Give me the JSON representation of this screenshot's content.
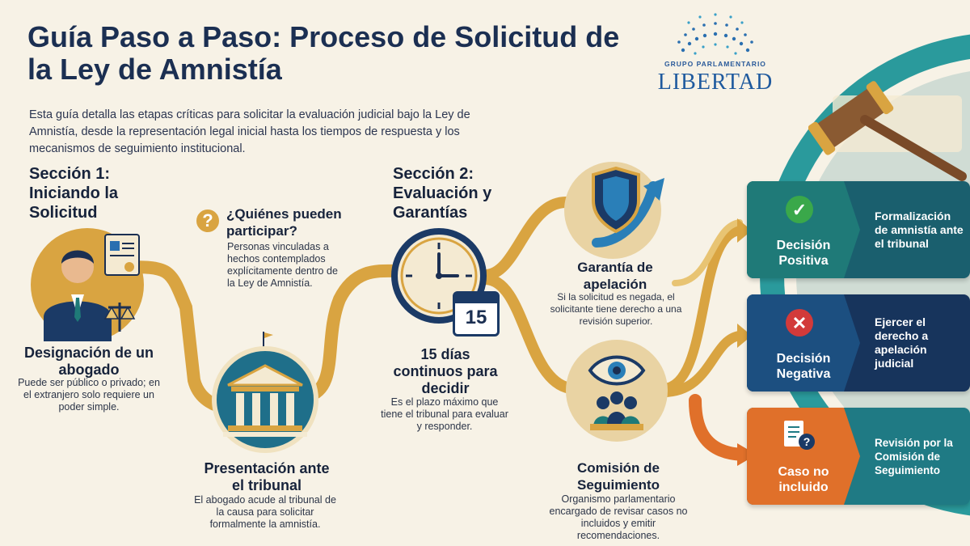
{
  "header": {
    "title": "Guía Paso a Paso: Proceso de Solicitud de la Ley de Amnistía",
    "intro": "Esta guía detalla las etapas críticas para solicitar la evaluación judicial bajo la Ley de Amnistía, desde la representación legal inicial hasta los tiempos de respuesta y los mecanismos de seguimiento institucional."
  },
  "logo": {
    "subtitle": "GRUPO PARLAMENTARIO",
    "name": "LIBERTAD"
  },
  "section1": {
    "title": "Sección 1: Iniciando la Solicitud",
    "lawyer": {
      "title": "Designación de un abogado",
      "desc": "Puede ser público o privado; en el extranjero solo requiere un poder simple."
    },
    "who": {
      "title": "¿Quiénes pueden participar?",
      "desc": "Personas vinculadas a hechos contemplados explícitamente dentro de la Ley de Amnistía."
    },
    "court": {
      "title": "Presentación ante el tribunal",
      "desc": "El abogado acude al tribunal de la causa para solicitar formalmente la amnistía."
    }
  },
  "section2": {
    "title": "Sección 2: Evaluación y Garantías",
    "deadline": {
      "title": "15 días continuos para decidir",
      "desc": "Es el plazo máximo que tiene el tribunal para evaluar y responder.",
      "calendar_number": "15"
    },
    "appeal": {
      "title": "Garantía de apelación",
      "desc": "Si la solicitud es negada, el solicitante tiene derecho a una revisión superior."
    },
    "commission": {
      "title": "Comisión de Seguimiento",
      "desc": "Organismo parlamentario encargado de revisar casos no incluidos y emitir recomendaciones."
    }
  },
  "outcomes": [
    {
      "label": "Decisión Positiva",
      "result": "Formalización de amnistía ante el tribunal",
      "icon": "check-icon",
      "color_left": "#1f7a78",
      "color_right": "#1a5f6e"
    },
    {
      "label": "Decisión Negativa",
      "result": "Ejercer el derecho a apelación judicial",
      "icon": "x-icon",
      "color_left": "#1c3f6e",
      "color_right": "#17345c"
    },
    {
      "label": "Caso no incluido",
      "result": "Revisión por la Comisión de Seguimiento",
      "icon": "document-question-icon",
      "color_left": "#e0702a",
      "color_right": "#1f7a84"
    }
  ],
  "colors": {
    "navy": "#1b2f52",
    "gold": "#d9a441",
    "teal": "#1f7a78",
    "orange": "#e0702a",
    "background": "#f7f2e6"
  }
}
